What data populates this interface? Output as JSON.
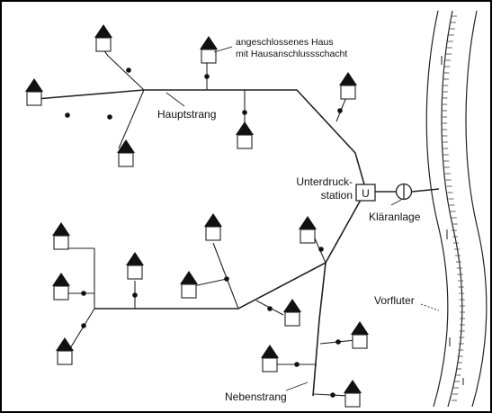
{
  "labels": {
    "house_connected_line1": "angeschlossenes Haus",
    "house_connected_line2": "mit Hausanschlussschacht",
    "main_line": "Hauptstrang",
    "vacuum_station_line1": "Unterdruck-",
    "vacuum_station_line2": "station",
    "station_symbol": "U",
    "treatment_plant": "Kläranlage",
    "receiving_water": "Vorfluter",
    "branch_line": "Nebenstrang"
  },
  "colors": {
    "line": "#222222",
    "fill_dark": "#111111",
    "background": "#ffffff"
  },
  "icons": [
    "house-icon",
    "shaft-icon",
    "vacuum-station-icon",
    "treatment-plant-icon",
    "river-icon"
  ]
}
